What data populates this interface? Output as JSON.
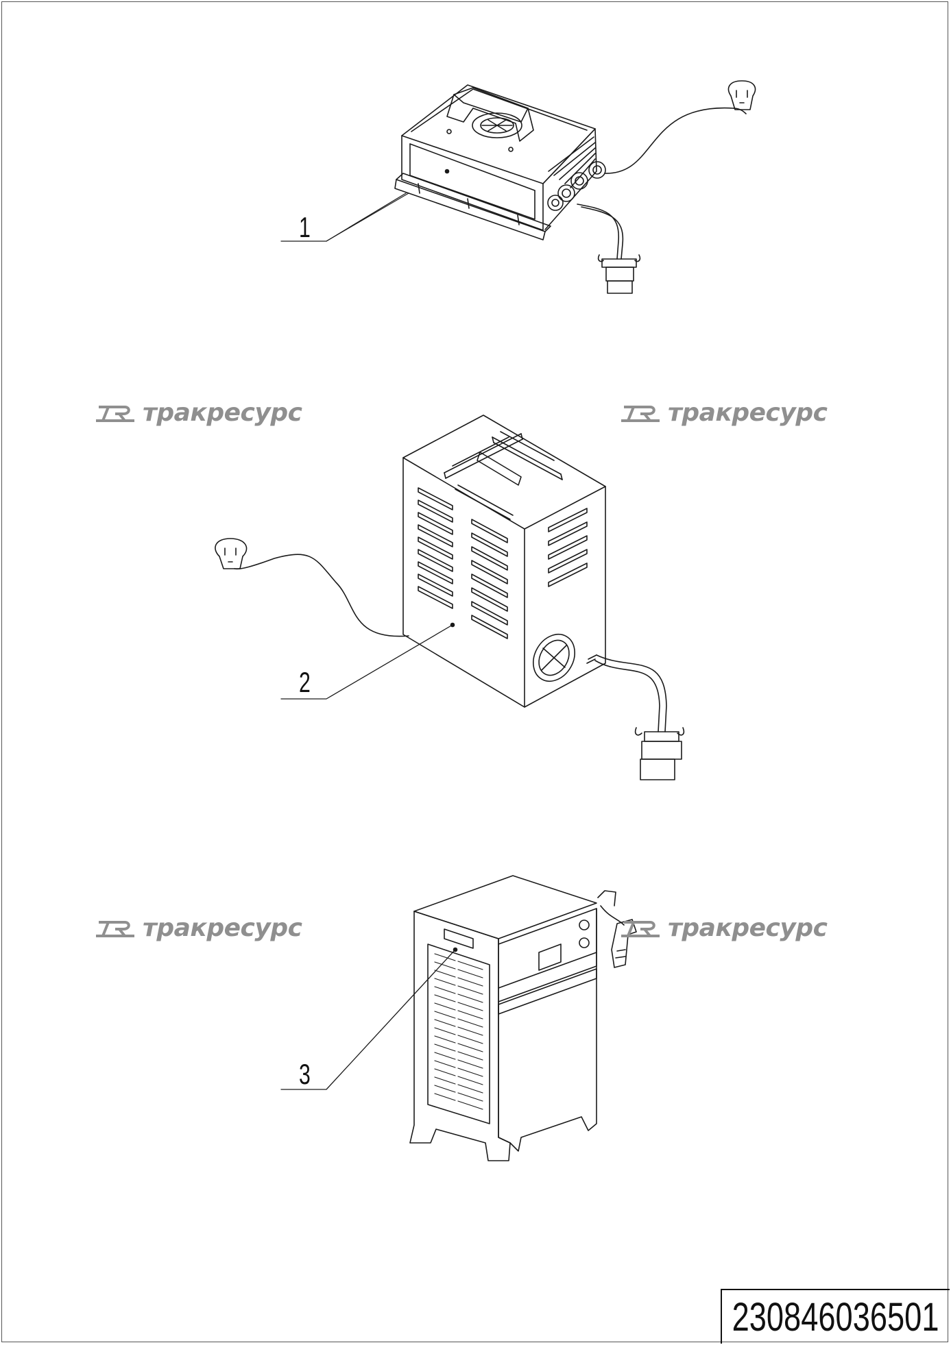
{
  "drawing": {
    "part_number": "230846036501",
    "callouts": [
      "1",
      "2",
      "3"
    ],
    "watermark_text": "тракресурс",
    "watermark_logo": "TR-logo-icon",
    "line_color": "#1a1a1a",
    "watermark_color": "#8f8f8f"
  }
}
